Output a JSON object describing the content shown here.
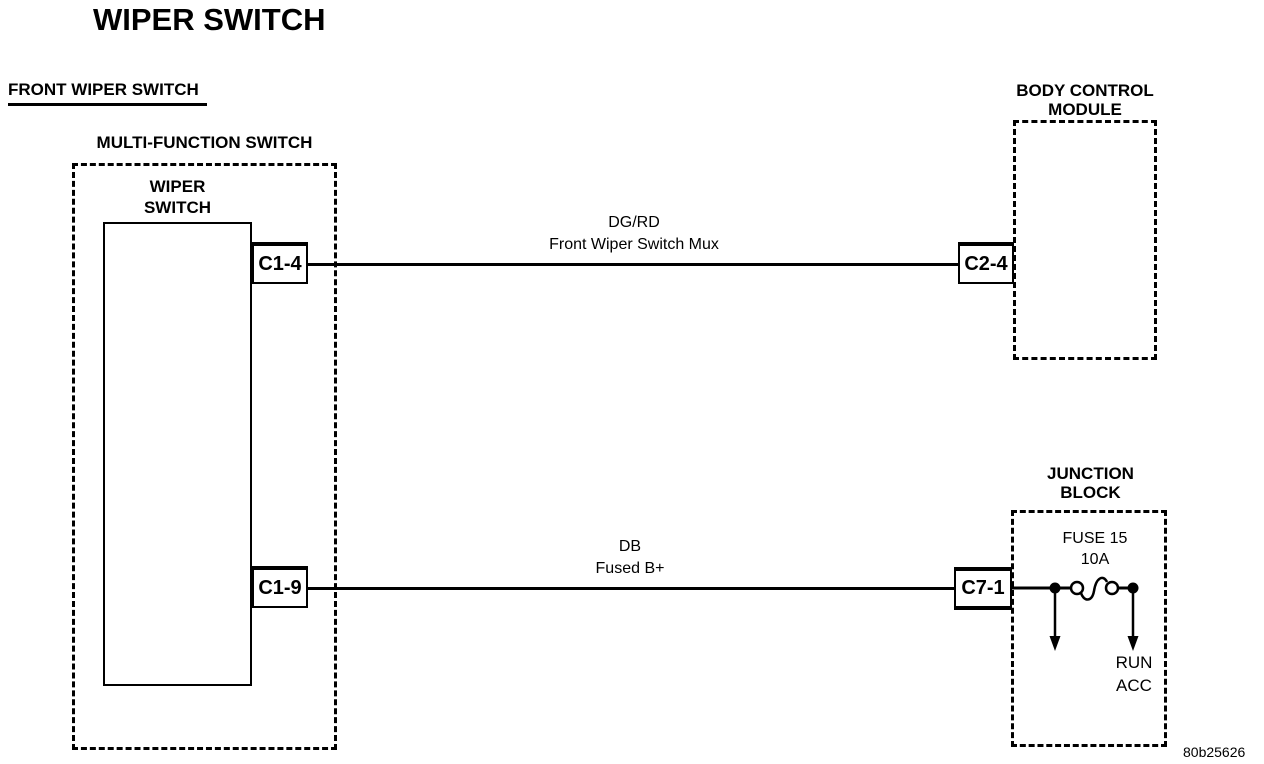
{
  "page": {
    "title": "WIPER SWITCH",
    "figure_id": "80b25626"
  },
  "section": {
    "label": "FRONT WIPER SWITCH"
  },
  "multi_function_switch": {
    "label": "MULTI-FUNCTION SWITCH",
    "wiper_switch": {
      "label_line1": "WIPER",
      "label_line2": "SWITCH"
    },
    "connector_top": "C1-4",
    "connector_bottom": "C1-9"
  },
  "body_control_module": {
    "label_line1": "BODY CONTROL",
    "label_line2": "MODULE",
    "connector": "C2-4"
  },
  "junction_block": {
    "label_line1": "JUNCTION",
    "label_line2": "BLOCK",
    "fuse": {
      "name": "FUSE 15",
      "rating": "10A"
    },
    "feeds": {
      "line1": "RUN",
      "line2": "ACC"
    }
  },
  "wires": [
    {
      "color": "DG/RD",
      "circuit": "Front Wiper Switch Mux"
    },
    {
      "color": "DB",
      "circuit": "Fused B+"
    }
  ],
  "colors": {
    "ink": "#000000",
    "background": "#ffffff"
  }
}
